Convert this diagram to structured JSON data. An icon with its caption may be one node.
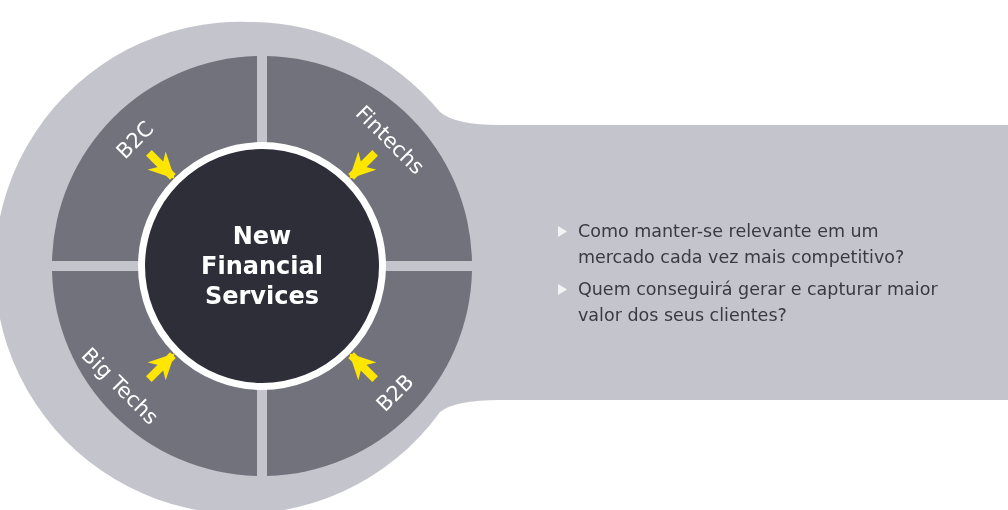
{
  "diagram": {
    "nodes": [
      {
        "text": [
          "Como manter-se relevante em um mercado cada vez mais competitivo?",
          "Quem conseguirá gerar e capturar maior valor dos seus clientes?"
        ]
      },
      {
        "text": [
          "B2C"
        ],
        "in": 0
      },
      {
        "text": [
          "Fintechs"
        ],
        "in": 0
      },
      {
        "text": [
          "Big Techs"
        ],
        "in": 0
      },
      {
        "text": [
          "B2B"
        ],
        "in": 0
      },
      {
        "text": [
          "New Financial Services"
        ],
        "in": 0
      }
    ],
    "edges": [
      {
        "from": 1,
        "to": 5,
        "arrow": "to"
      },
      {
        "from": 2,
        "to": 5,
        "arrow": "to"
      },
      {
        "from": 3,
        "to": 5,
        "arrow": "to"
      },
      {
        "from": 4,
        "to": 5,
        "arrow": "to"
      }
    ]
  }
}
